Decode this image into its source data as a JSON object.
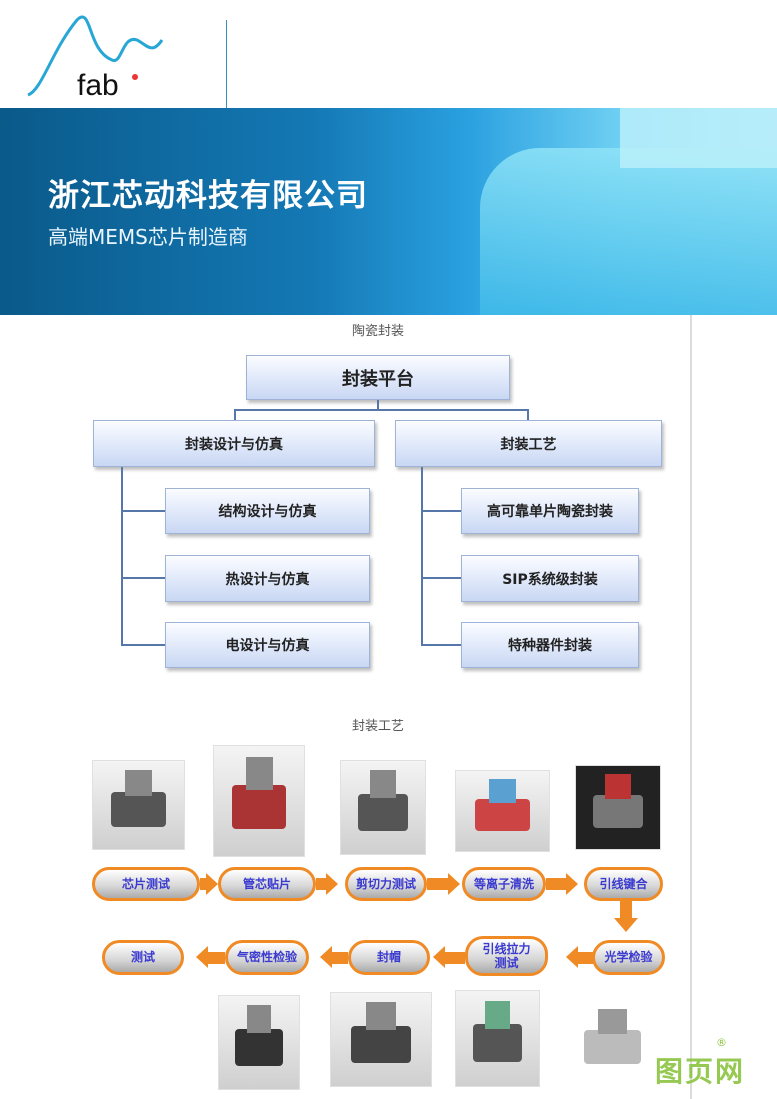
{
  "header": {
    "logo_text": "fab"
  },
  "banner": {
    "title": "浙江芯动科技有限公司",
    "subtitle": "高端MEMS芯片制造商"
  },
  "section1": {
    "caption": "陶瓷封装",
    "root": "封装平台",
    "branches": [
      {
        "label": "封装设计与仿真",
        "children": [
          "结构设计与仿真",
          "热设计与仿真",
          "电设计与仿真"
        ]
      },
      {
        "label": "封装工艺",
        "children": [
          "高可靠单片陶瓷封装",
          "SIP系统级封装",
          "特种器件封装"
        ]
      }
    ]
  },
  "section2": {
    "caption": "封装工艺",
    "row1": [
      "芯片测试",
      "管芯贴片",
      "剪切力测试",
      "等离子清洗",
      "引线键合"
    ],
    "row2": [
      "测试",
      "气密性检验",
      "封帽",
      "引线拉力测试",
      "光学检验"
    ]
  },
  "watermark": {
    "text": "图页网",
    "mark": "®"
  },
  "colors": {
    "accent": "#f08a24",
    "pill_text": "#3a3ad0",
    "banner": "#1478b4"
  }
}
